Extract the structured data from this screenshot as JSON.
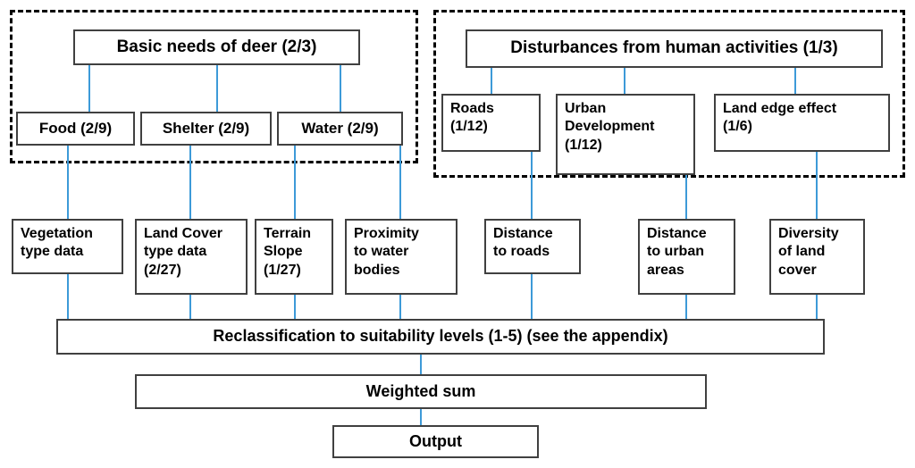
{
  "diagram": {
    "title": "Deer habitat suitability model flowchart",
    "connector_color": "#3d9ad8",
    "box_border_color": "#404040",
    "group_border_color": "#000000"
  },
  "groups": [
    {
      "id": "basic-needs-group",
      "label": "Basic needs of deer group"
    },
    {
      "id": "disturbances-group",
      "label": "Disturbances from human activities group"
    }
  ],
  "criteria": {
    "basic_needs": "Basic needs of deer (2/3)",
    "disturbances": "Disturbances from human activities (1/3)"
  },
  "subcriteria": {
    "food": "Food (2/9)",
    "shelter": "Shelter (2/9)",
    "water": "Water (2/9)",
    "roads": "Roads\n(1/12)",
    "urban_development": "Urban\nDevelopment\n(1/12)",
    "land_edge_effect": "Land edge effect\n(1/6)"
  },
  "data_layers": {
    "vegetation_type": "Vegetation\ntype data",
    "land_cover_type": "Land Cover\ntype data\n(2/27)",
    "terrain_slope": "Terrain\nSlope\n(1/27)",
    "proximity_water": "Proximity\nto water\nbodies",
    "distance_roads": "Distance\nto roads",
    "distance_urban": "Distance\nto urban\nareas",
    "diversity_land_cover": "Diversity\nof land\ncover"
  },
  "process": {
    "reclassification": "Reclassification to suitability levels (1-5) (see the appendix)",
    "weighted_sum": "Weighted sum",
    "output": "Output"
  }
}
